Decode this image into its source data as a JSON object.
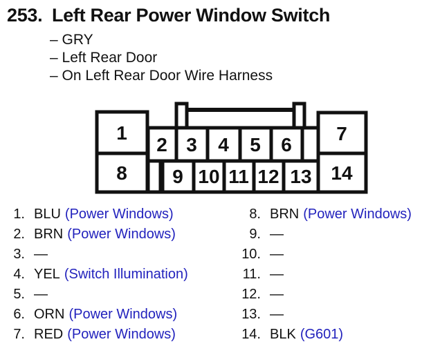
{
  "title": {
    "number": "253.",
    "text": "Left Rear Power Window Switch"
  },
  "details": [
    "– GRY",
    "– Left Rear Door",
    "– On Left Rear Door Wire Harness"
  ],
  "connector": {
    "pins": [
      "1",
      "2",
      "3",
      "4",
      "5",
      "6",
      "7",
      "8",
      "9",
      "10",
      "11",
      "12",
      "13",
      "14"
    ]
  },
  "pin_list": {
    "left": [
      {
        "num": "1.",
        "wire": "BLU",
        "note": "(Power Windows)"
      },
      {
        "num": "2.",
        "wire": "BRN",
        "note": "(Power Windows)"
      },
      {
        "num": "3.",
        "wire": "—",
        "note": ""
      },
      {
        "num": "4.",
        "wire": "YEL",
        "note": "(Switch Illumination)"
      },
      {
        "num": "5.",
        "wire": "—",
        "note": ""
      },
      {
        "num": "6.",
        "wire": "ORN",
        "note": "(Power Windows)"
      },
      {
        "num": "7.",
        "wire": "RED",
        "note": "(Power Windows)"
      }
    ],
    "right": [
      {
        "num": "8.",
        "wire": "BRN",
        "note": "(Power Windows)"
      },
      {
        "num": "9.",
        "wire": "—",
        "note": ""
      },
      {
        "num": "10.",
        "wire": "—",
        "note": ""
      },
      {
        "num": "11.",
        "wire": "—",
        "note": ""
      },
      {
        "num": "12.",
        "wire": "—",
        "note": ""
      },
      {
        "num": "13.",
        "wire": "—",
        "note": ""
      },
      {
        "num": "14.",
        "wire": "BLK",
        "note": "(G601)"
      }
    ]
  },
  "colors": {
    "ink": "#111111",
    "note_blue": "#2222bd",
    "page_bg": "#ffffff"
  }
}
